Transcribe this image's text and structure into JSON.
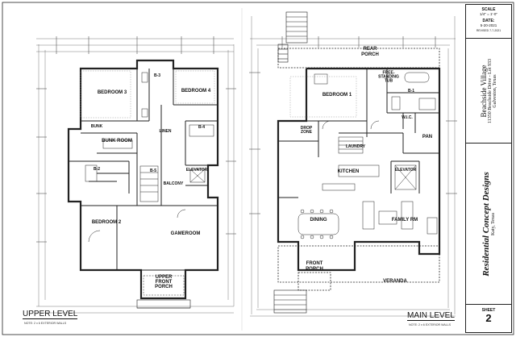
{
  "plans": {
    "upper": {
      "title": "UPPER LEVEL",
      "note": "NOTE: 2 x 6 EXTERIOR WALLS",
      "rooms": [
        {
          "id": "bedroom-3",
          "label": "BEDROOM 3"
        },
        {
          "id": "bedroom-4",
          "label": "BEDROOM 4"
        },
        {
          "id": "b-3",
          "label": "B-3"
        },
        {
          "id": "b-4",
          "label": "B-4"
        },
        {
          "id": "b-2",
          "label": "B-2"
        },
        {
          "id": "b-5",
          "label": "B-5"
        },
        {
          "id": "bunk-room",
          "label": "BUNK ROOM"
        },
        {
          "id": "bunk",
          "label": "BUNK"
        },
        {
          "id": "linen",
          "label": "LINEN"
        },
        {
          "id": "elevator",
          "label": "ELEVATOR"
        },
        {
          "id": "balcony",
          "label": "BALCONY"
        },
        {
          "id": "bedroom-2",
          "label": "BEDROOM 2"
        },
        {
          "id": "gameroom",
          "label": "GAMEROOM"
        },
        {
          "id": "upper-front-porch",
          "label": "UPPER FRONT PORCH"
        }
      ]
    },
    "main": {
      "title": "MAIN LEVEL",
      "note": "NOTE: 2 x 6 EXTERIOR WALLS",
      "rooms": [
        {
          "id": "rear-porch",
          "label": "REAR PORCH"
        },
        {
          "id": "bedroom-1",
          "label": "BEDROOM 1"
        },
        {
          "id": "b-1",
          "label": "B-1"
        },
        {
          "id": "wic",
          "label": "W.I.C."
        },
        {
          "id": "free-standing-tub",
          "label": "FREE-STANDING TUB"
        },
        {
          "id": "drop-zone",
          "label": "DROP ZONE"
        },
        {
          "id": "laundry",
          "label": "LAUNDRY"
        },
        {
          "id": "pan",
          "label": "PAN"
        },
        {
          "id": "kitchen",
          "label": "KITCHEN"
        },
        {
          "id": "elevator-main",
          "label": "ELEVATOR"
        },
        {
          "id": "dining",
          "label": "DINING"
        },
        {
          "id": "family-rm",
          "label": "FAMILY RM"
        },
        {
          "id": "front-porch",
          "label": "FRONT PORCH"
        },
        {
          "id": "veranda",
          "label": "VERANDA"
        }
      ]
    }
  },
  "title_block": {
    "scale_label": "SCALE",
    "scale_value": "1/4\" = 1'-0\"",
    "date_label": "DATE:",
    "date_value": "5-20-2021",
    "revised": "REVISED 7-7-2021",
    "project_name": "Beachside Village",
    "address": "11350 Beachside Drive - Lot 933",
    "city": "Galveston, Texas",
    "firm_name": "Residential Concept Designs",
    "firm_city": "Katy, Texas",
    "sheet_label": "SHEET",
    "sheet_number": "2"
  }
}
